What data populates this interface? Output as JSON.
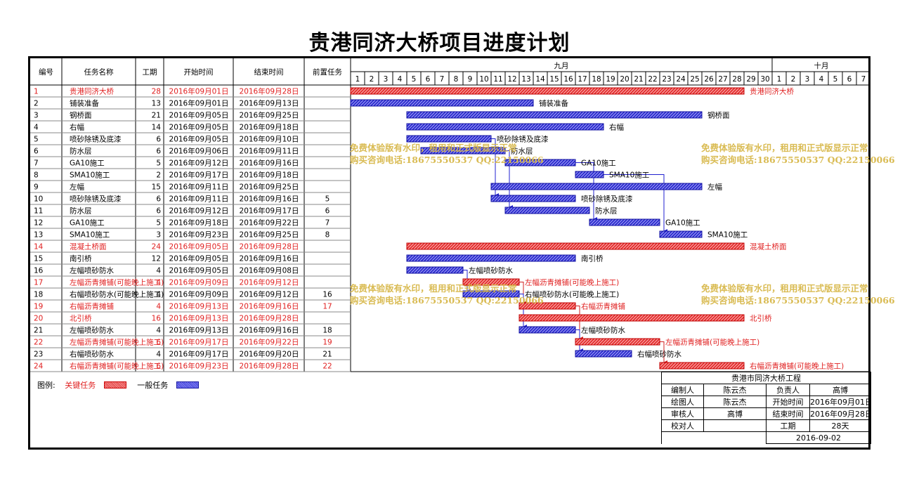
{
  "title": "贵港同济大桥项目进度计划",
  "colors": {
    "critical": "#e02020",
    "normal": "#2020d0",
    "watermark": "#d8b84a"
  },
  "chart_data": {
    "type": "gantt",
    "columns": [
      "编号",
      "任务名称",
      "工期",
      "开始时间",
      "结束时间",
      "前置任务"
    ],
    "months": [
      {
        "label": "九月",
        "days": [
          "1",
          "2",
          "3",
          "4",
          "5",
          "6",
          "7",
          "8",
          "9",
          "10",
          "11",
          "12",
          "13",
          "14",
          "15",
          "16",
          "17",
          "18",
          "19",
          "20",
          "21",
          "22",
          "23",
          "24",
          "25",
          "26",
          "27",
          "28",
          "29",
          "30"
        ]
      },
      {
        "label": "十月",
        "days": [
          "1",
          "2",
          "3",
          "4",
          "5",
          "6",
          "7"
        ]
      }
    ],
    "tasks": [
      {
        "id": "1",
        "name": "贵港同济大桥",
        "dur": "28",
        "start": "2016年09月01日",
        "end": "2016年09月28日",
        "pred": "",
        "critical": true,
        "s": 1,
        "e": 28,
        "label": "贵港同济大桥"
      },
      {
        "id": "2",
        "name": "铺装准备",
        "dur": "13",
        "start": "2016年09月01日",
        "end": "2016年09月13日",
        "pred": "",
        "critical": false,
        "s": 1,
        "e": 13,
        "label": "铺装准备"
      },
      {
        "id": "3",
        "name": "钢桥面",
        "dur": "21",
        "start": "2016年09月05日",
        "end": "2016年09月25日",
        "pred": "",
        "critical": false,
        "s": 5,
        "e": 25,
        "label": "钢桥面"
      },
      {
        "id": "4",
        "name": "右幅",
        "dur": "14",
        "start": "2016年09月05日",
        "end": "2016年09月18日",
        "pred": "",
        "critical": false,
        "s": 5,
        "e": 18,
        "label": "右幅"
      },
      {
        "id": "5",
        "name": "喷砂除锈及底漆",
        "dur": "6",
        "start": "2016年09月05日",
        "end": "2016年09月10日",
        "pred": "",
        "critical": false,
        "s": 5,
        "e": 10,
        "label": "喷砂除锈及底漆"
      },
      {
        "id": "6",
        "name": "防水层",
        "dur": "6",
        "start": "2016年09月06日",
        "end": "2016年09月11日",
        "pred": "",
        "critical": false,
        "s": 6,
        "e": 11,
        "label": "防水层"
      },
      {
        "id": "7",
        "name": "GA10施工",
        "dur": "5",
        "start": "2016年09月12日",
        "end": "2016年09月16日",
        "pred": "",
        "critical": false,
        "s": 12,
        "e": 16,
        "label": "GA10施工"
      },
      {
        "id": "8",
        "name": "SMA10施工",
        "dur": "2",
        "start": "2016年09月17日",
        "end": "2016年09月18日",
        "pred": "",
        "critical": false,
        "s": 17,
        "e": 18,
        "label": "SMA10施工"
      },
      {
        "id": "9",
        "name": "左幅",
        "dur": "15",
        "start": "2016年09月11日",
        "end": "2016年09月25日",
        "pred": "",
        "critical": false,
        "s": 11,
        "e": 25,
        "label": "左幅"
      },
      {
        "id": "10",
        "name": "喷砂除锈及底漆",
        "dur": "6",
        "start": "2016年09月11日",
        "end": "2016年09月16日",
        "pred": "5",
        "critical": false,
        "s": 11,
        "e": 16,
        "label": "喷砂除锈及底漆"
      },
      {
        "id": "11",
        "name": "防水层",
        "dur": "6",
        "start": "2016年09月12日",
        "end": "2016年09月17日",
        "pred": "6",
        "critical": false,
        "s": 12,
        "e": 17,
        "label": "防水层"
      },
      {
        "id": "12",
        "name": "GA10施工",
        "dur": "5",
        "start": "2016年09月18日",
        "end": "2016年09月22日",
        "pred": "7",
        "critical": false,
        "s": 18,
        "e": 22,
        "label": "GA10施工"
      },
      {
        "id": "13",
        "name": "SMA10施工",
        "dur": "3",
        "start": "2016年09月23日",
        "end": "2016年09月25日",
        "pred": "8",
        "critical": false,
        "s": 23,
        "e": 25,
        "label": "SMA10施工"
      },
      {
        "id": "14",
        "name": "混凝土桥面",
        "dur": "24",
        "start": "2016年09月05日",
        "end": "2016年09月28日",
        "pred": "",
        "critical": true,
        "s": 5,
        "e": 28,
        "label": "混凝土桥面"
      },
      {
        "id": "15",
        "name": "南引桥",
        "dur": "12",
        "start": "2016年09月05日",
        "end": "2016年09月16日",
        "pred": "",
        "critical": false,
        "s": 5,
        "e": 16,
        "label": "南引桥"
      },
      {
        "id": "16",
        "name": "左幅喷砂防水",
        "dur": "4",
        "start": "2016年09月05日",
        "end": "2016年09月08日",
        "pred": "",
        "critical": false,
        "s": 5,
        "e": 8,
        "label": "左幅喷砂防水"
      },
      {
        "id": "17",
        "name": "左幅沥青摊铺(可能晚上施工)",
        "dur": "4",
        "start": "2016年09月09日",
        "end": "2016年09月12日",
        "pred": "",
        "critical": true,
        "s": 9,
        "e": 12,
        "label": "左幅沥青摊铺(可能晚上施工)"
      },
      {
        "id": "18",
        "name": "右幅喷砂防水(可能晚上施工)",
        "dur": "4",
        "start": "2016年09月09日",
        "end": "2016年09月12日",
        "pred": "16",
        "critical": false,
        "s": 9,
        "e": 12,
        "label": "右幅喷砂防水(可能晚上施工)"
      },
      {
        "id": "19",
        "name": "右幅沥青摊铺",
        "dur": "4",
        "start": "2016年09月13日",
        "end": "2016年09月16日",
        "pred": "17",
        "critical": true,
        "s": 13,
        "e": 16,
        "label": "右幅沥青摊铺"
      },
      {
        "id": "20",
        "name": "北引桥",
        "dur": "16",
        "start": "2016年09月13日",
        "end": "2016年09月28日",
        "pred": "",
        "critical": true,
        "s": 13,
        "e": 28,
        "label": "北引桥"
      },
      {
        "id": "21",
        "name": "左幅喷砂防水",
        "dur": "4",
        "start": "2016年09月13日",
        "end": "2016年09月16日",
        "pred": "18",
        "critical": false,
        "s": 13,
        "e": 16,
        "label": "左幅喷砂防水"
      },
      {
        "id": "22",
        "name": "左幅沥青摊铺(可能晚上施工)",
        "dur": "6",
        "start": "2016年09月17日",
        "end": "2016年09月22日",
        "pred": "19",
        "critical": true,
        "s": 17,
        "e": 22,
        "label": "左幅沥青摊铺(可能晚上施工)"
      },
      {
        "id": "23",
        "name": "右幅喷砂防水",
        "dur": "4",
        "start": "2016年09月17日",
        "end": "2016年09月20日",
        "pred": "21",
        "critical": false,
        "s": 17,
        "e": 20,
        "label": "右幅喷砂防水"
      },
      {
        "id": "24",
        "name": "右幅沥青摊铺(可能晚上施工)",
        "dur": "6",
        "start": "2016年09月23日",
        "end": "2016年09月28日",
        "pred": "22",
        "critical": true,
        "s": 23,
        "e": 28,
        "label": "右幅沥青摊铺(可能晚上施工)"
      }
    ],
    "links": [
      [
        5,
        10
      ],
      [
        6,
        11
      ],
      [
        7,
        12
      ],
      [
        8,
        13
      ],
      [
        16,
        18
      ],
      [
        17,
        19
      ],
      [
        18,
        21
      ],
      [
        19,
        22
      ],
      [
        21,
        23
      ],
      [
        22,
        24
      ]
    ]
  },
  "legend": {
    "prefix": "图例:",
    "critical": "关键任务",
    "normal": "一般任务"
  },
  "watermarks": [
    {
      "line1": "免费体验版有水印，租用和正式版显示正常",
      "line2": "购买咨询电话:18675550537 QQ:22150066"
    },
    {
      "line1": "免费体验版有水印，租用和正式版显示正常",
      "line2": "购买咨询电话:18675550537 QQ:22150066"
    },
    {
      "line1": "免费体验版有水印，租用和正式版显示正常",
      "line2": "购买咨询电话:18675550537 QQ:22150066"
    },
    {
      "line1": "免费体验版有水印，租用和正式版显示正常",
      "line2": "购买咨询电话:18675550537 QQ:22150066"
    }
  ],
  "info": {
    "project": "贵港市同济大桥工程",
    "editor_label": "编制人",
    "editor": "陈云杰",
    "manager_label": "负责人",
    "manager": "高博",
    "drafter_label": "绘图人",
    "drafter": "陈云杰",
    "start_label": "开始时间",
    "start": "2016年09月01日",
    "reviewer_label": "审核人",
    "reviewer": "高博",
    "end_label": "结束时间",
    "end": "2016年09月28日",
    "checker_label": "校对人",
    "checker": "",
    "duration_label": "工期",
    "duration": "28天",
    "date": "2016-09-02"
  }
}
